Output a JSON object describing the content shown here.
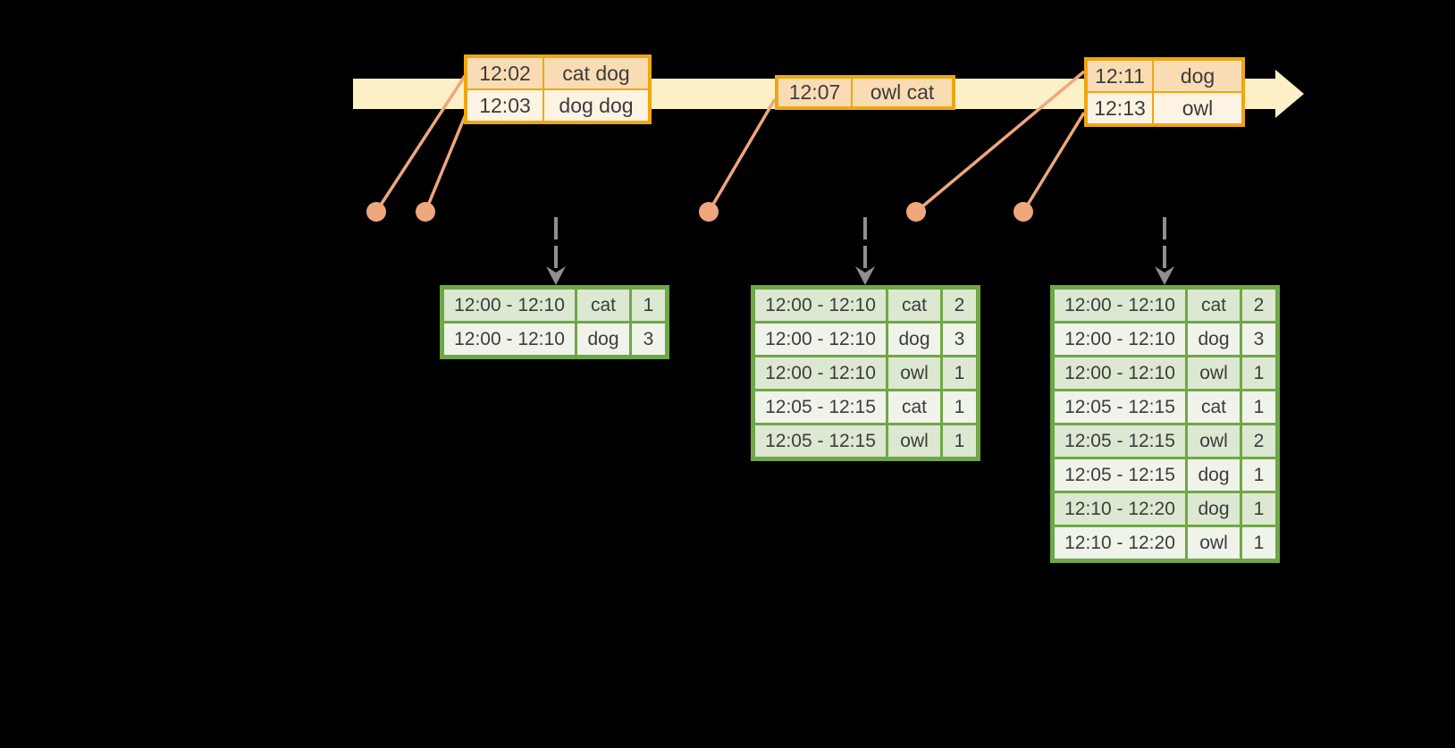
{
  "colors": {
    "background": "#000000",
    "timeline": "#FBF0C6",
    "event-border": "#EEA712",
    "event-row-a": "#FADCB4",
    "event-row-b": "#FDF3E2",
    "connector": "#EFA77C",
    "result-border": "#6FA746",
    "result-row-a": "#DCE8D1",
    "result-row-b": "#EFF3EA",
    "arrow": "#8F8F8F",
    "text": "#3C3C3C"
  },
  "event_tables": [
    {
      "rows": [
        {
          "time": "12:02",
          "words": "cat dog"
        },
        {
          "time": "12:03",
          "words": "dog dog"
        }
      ]
    },
    {
      "rows": [
        {
          "time": "12:07",
          "words": "owl cat"
        }
      ]
    },
    {
      "rows": [
        {
          "time": "12:11",
          "words": "dog"
        },
        {
          "time": "12:13",
          "words": "owl"
        }
      ]
    }
  ],
  "result_tables": [
    {
      "rows": [
        {
          "window": "12:00 - 12:10",
          "word": "cat",
          "count": "1"
        },
        {
          "window": "12:00 - 12:10",
          "word": "dog",
          "count": "3"
        }
      ]
    },
    {
      "rows": [
        {
          "window": "12:00 - 12:10",
          "word": "cat",
          "count": "2"
        },
        {
          "window": "12:00 - 12:10",
          "word": "dog",
          "count": "3"
        },
        {
          "window": "12:00 - 12:10",
          "word": "owl",
          "count": "1"
        },
        {
          "window": "12:05 - 12:15",
          "word": "cat",
          "count": "1"
        },
        {
          "window": "12:05 - 12:15",
          "word": "owl",
          "count": "1"
        }
      ]
    },
    {
      "rows": [
        {
          "window": "12:00 - 12:10",
          "word": "cat",
          "count": "2"
        },
        {
          "window": "12:00 - 12:10",
          "word": "dog",
          "count": "3"
        },
        {
          "window": "12:00 - 12:10",
          "word": "owl",
          "count": "1"
        },
        {
          "window": "12:05 - 12:15",
          "word": "cat",
          "count": "1"
        },
        {
          "window": "12:05 - 12:15",
          "word": "owl",
          "count": "2"
        },
        {
          "window": "12:05 - 12:15",
          "word": "dog",
          "count": "1"
        },
        {
          "window": "12:10 - 12:20",
          "word": "dog",
          "count": "1"
        },
        {
          "window": "12:10 - 12:20",
          "word": "owl",
          "count": "1"
        }
      ]
    }
  ]
}
